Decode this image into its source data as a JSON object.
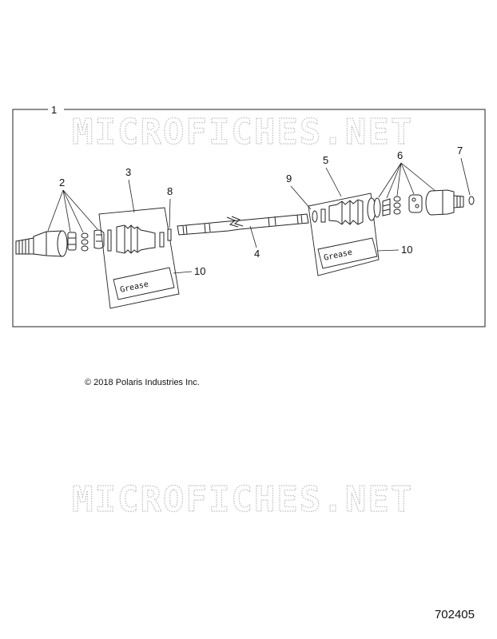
{
  "watermark": "MICROFICHES.NET",
  "copyright": "© 2018 Polaris Industries Inc.",
  "figure_number": "702405",
  "callouts": {
    "c1": "1",
    "c2": "2",
    "c3": "3",
    "c4": "4",
    "c5": "5",
    "c6": "6",
    "c7": "7",
    "c8": "8",
    "c9": "9",
    "c10_left": "10",
    "c10_right": "10"
  },
  "grease_left": "Grease",
  "grease_right": "Grease"
}
